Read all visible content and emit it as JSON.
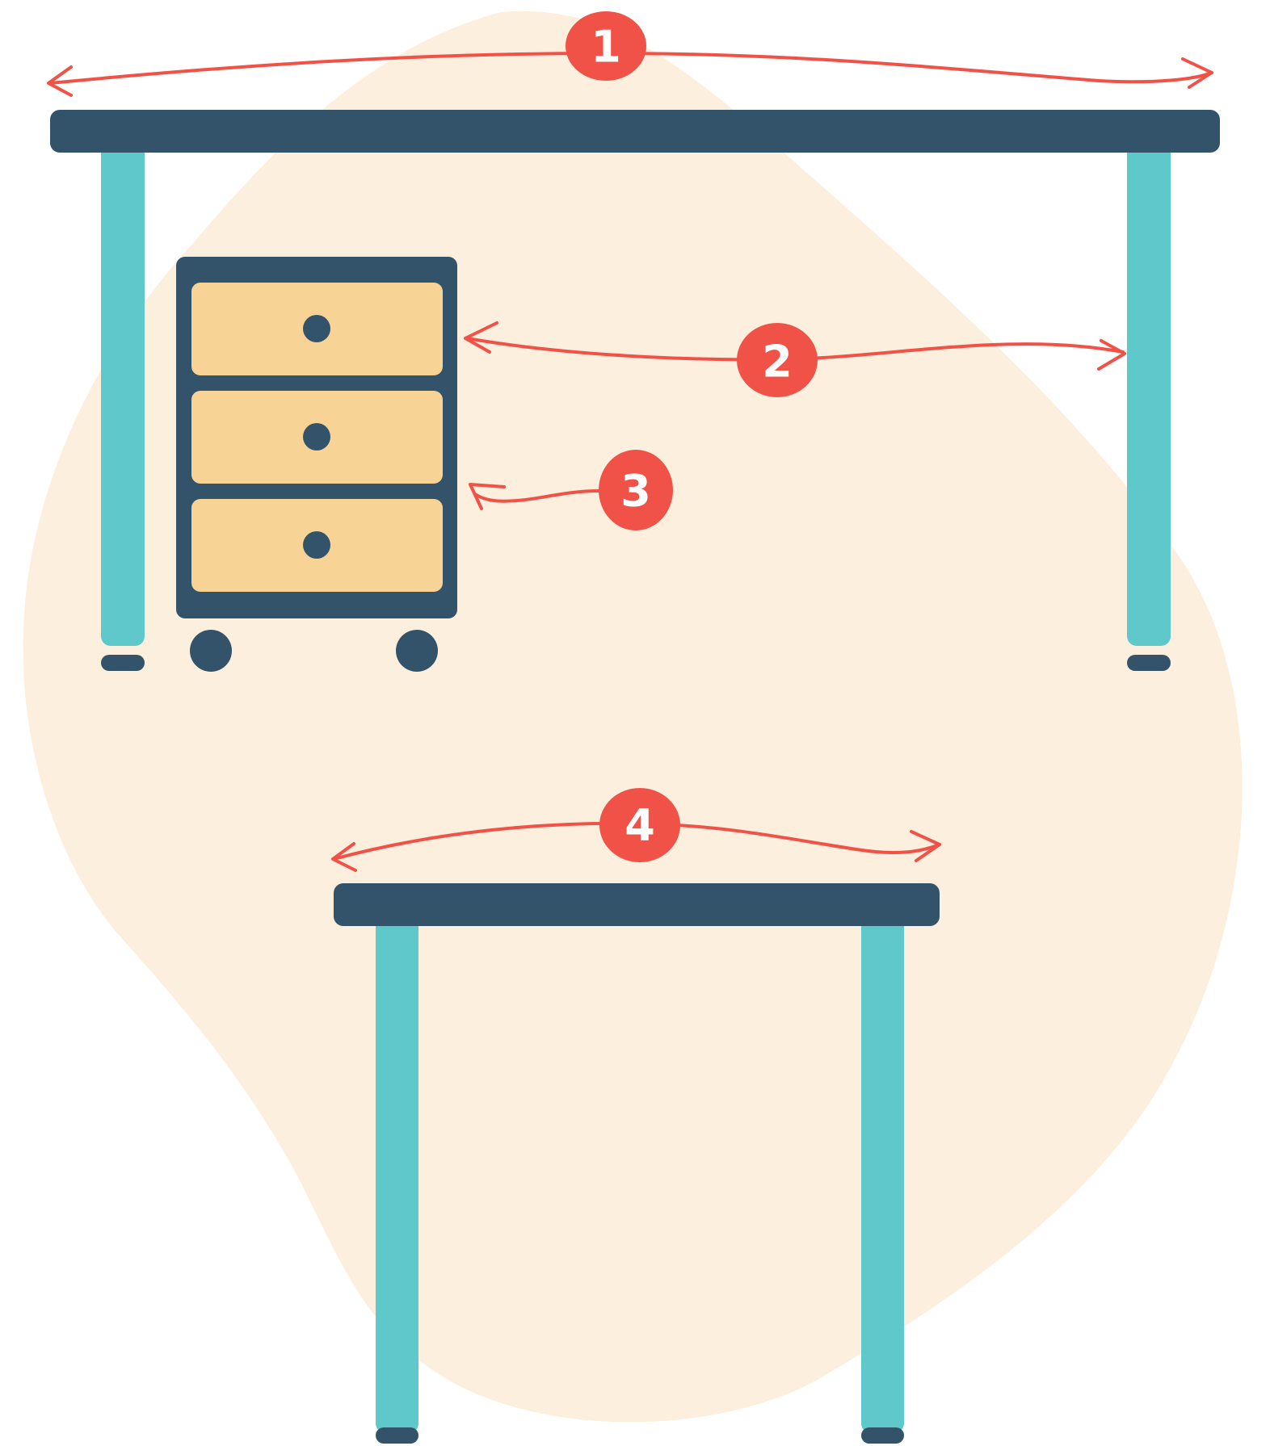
{
  "colors": {
    "background": "#ffffff",
    "blob": "#fcefdd",
    "navy": "#33536b",
    "teal": "#5fc8cb",
    "drawer": "#f8d396",
    "accent_red": "#f05247"
  },
  "icons": {
    "blob": "background-blob-shape",
    "large_desk": "large-desk-icon",
    "small_table": "small-table-icon",
    "drawer_unit": "rolling-drawer-cabinet-icon",
    "arrows": "double-headed-arrow-icon"
  },
  "callouts": [
    {
      "id": "1",
      "label": "1"
    },
    {
      "id": "2",
      "label": "2"
    },
    {
      "id": "3",
      "label": "3"
    },
    {
      "id": "4",
      "label": "4"
    }
  ]
}
